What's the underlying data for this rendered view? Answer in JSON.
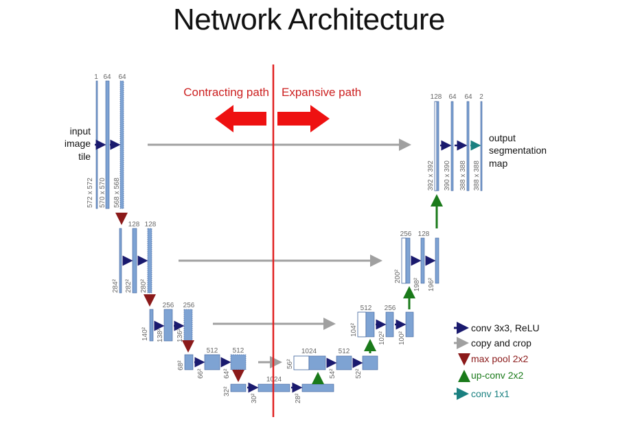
{
  "title": "Network Architecture",
  "path_labels": {
    "contracting": "Contracting path",
    "expansive": "Expansive path"
  },
  "io": {
    "input": [
      "input",
      "image",
      "tile"
    ],
    "output": [
      "output",
      "segmentation",
      "map"
    ]
  },
  "channels": {
    "l1_enc": [
      "1",
      "64",
      "64"
    ],
    "l2_enc": [
      "128",
      "128"
    ],
    "l3_enc": [
      "256",
      "256"
    ],
    "l4_enc": [
      "512",
      "512"
    ],
    "bottom": "1024",
    "l4_dec": [
      "1024",
      "512"
    ],
    "l3_dec": [
      "512",
      "256"
    ],
    "l2_dec": [
      "256",
      "128"
    ],
    "l1_dec": [
      "128",
      "64",
      "64",
      "2"
    ]
  },
  "sizes": {
    "l1_enc": [
      "572 x 572",
      "570 x 570",
      "568 x 568"
    ],
    "l2_enc": [
      "284²",
      "282²",
      "280²"
    ],
    "l3_enc": [
      "140²",
      "138²",
      "136²"
    ],
    "l4_enc": [
      "68²",
      "66²",
      "64²"
    ],
    "bottom": [
      "32²",
      "30²",
      "28²"
    ],
    "l4_dec": [
      "56²",
      "54²",
      "52²"
    ],
    "l3_dec": [
      "104²",
      "102²",
      "100²"
    ],
    "l2_dec": [
      "200²",
      "198²",
      "196²"
    ],
    "l1_dec": [
      "392 x 392",
      "390 x 390",
      "388 x 388",
      "388 x 388"
    ]
  },
  "legend": [
    {
      "label": "conv 3x3, ReLU",
      "color": "#1a1a6e",
      "icon": "conv-arrow-icon"
    },
    {
      "label": "copy and crop",
      "color": "#a0a0a0",
      "icon": "copy-crop-arrow-icon"
    },
    {
      "label": "max pool 2x2",
      "color": "#8b1a1a",
      "icon": "max-pool-arrow-icon"
    },
    {
      "label": "up-conv 2x2",
      "color": "#1a7a1a",
      "icon": "up-conv-arrow-icon"
    },
    {
      "label": "conv 1x1",
      "color": "#1a8080",
      "icon": "conv1x1-arrow-icon"
    }
  ],
  "colors": {
    "block": "#7ea3d3",
    "block_edge": "#3b5f99",
    "divider": "#e02020",
    "big_arrow": "#ee1111"
  }
}
